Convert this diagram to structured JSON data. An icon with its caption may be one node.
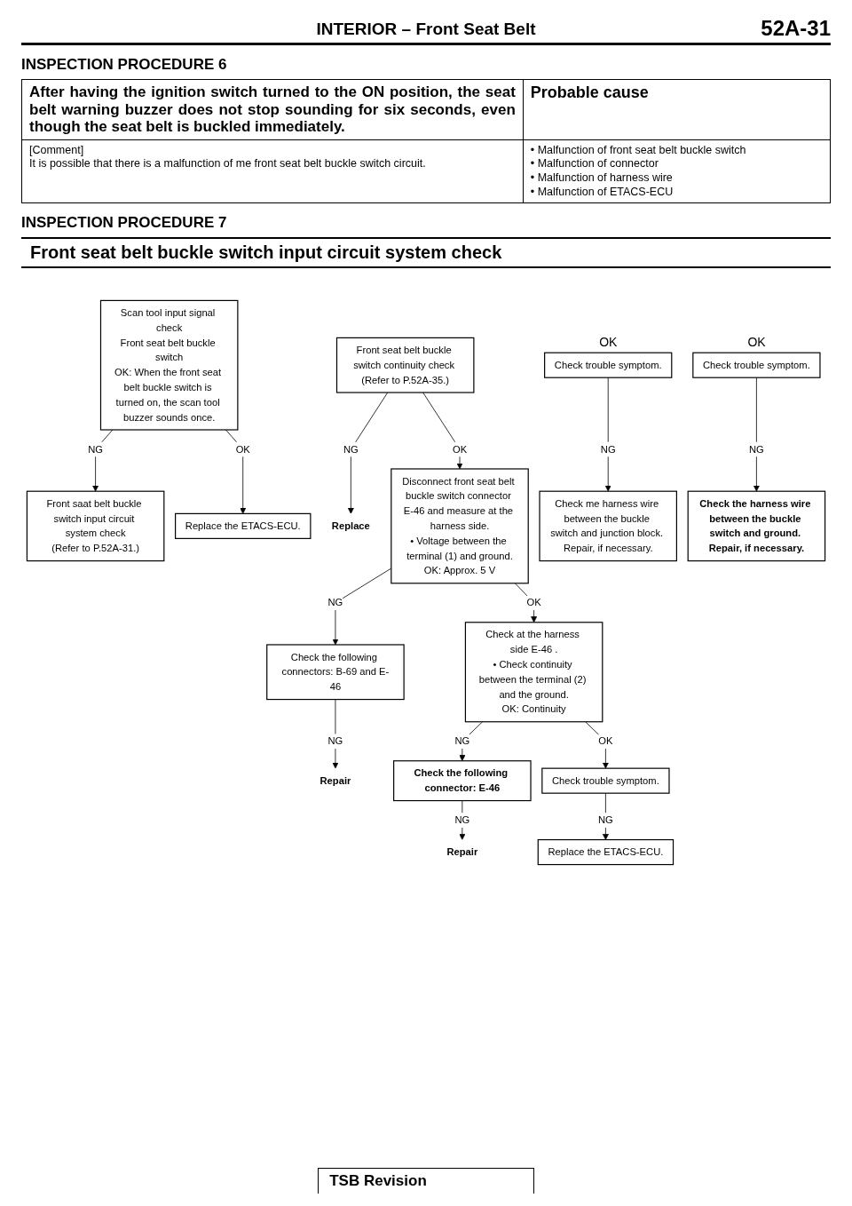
{
  "diagram": {
    "title": "INTERIOR – Front Seat Belt",
    "nodes": [
      {
        "text": [
          "Scan tool input signal check",
          "Front seat belt buckle switch",
          "OK: When the front seat belt buckle switch is turned on, the scan tool buzzer sounds once."
        ]
      },
      {
        "text": [
          "Front saat belt buckle switch input circuit system check",
          "(Refer to P.52A-31.)"
        ]
      },
      {
        "text": [
          "Replace the ETACS-ECU."
        ]
      },
      {
        "text": [
          "Front seat belt buckle switch continuity check (Refer to P.52A-35.)"
        ]
      },
      {
        "text": [
          "Replace"
        ]
      },
      {
        "text": [
          "Disconnect front seat belt buckle switch connector E-46 and measure at the harness side.",
          "• Voltage between the terminal (1) and ground.",
          "OK: Approx. 5 V"
        ]
      },
      {
        "text": [
          "Check the following connectors: B-69 and E-46"
        ]
      },
      {
        "text": [
          "Repair"
        ]
      },
      {
        "text": [
          "Check trouble symptom."
        ]
      },
      {
        "text": [
          "Check me harness wire between the buckle switch and junction block. Repair, if necessary."
        ]
      },
      {
        "text": [
          "Check at the harness side E-46 .",
          "• Check continuity between the terminal (2) and the ground.",
          "OK: Continuity"
        ]
      },
      {
        "text": [
          "Check the following connector: E-46"
        ]
      },
      {
        "text": [
          "Repair"
        ]
      },
      {
        "text": [
          "Check trouble symptom."
        ]
      },
      {
        "text": [
          "Check the harness wire between the buckle switch and ground. Repair, if necessary."
        ]
      },
      {
        "text": [
          "Check trouble symptom."
        ]
      },
      {
        "text": [
          "Replace the ETACS-ECU."
        ]
      }
    ],
    "edges": [
      {
        "from": 0,
        "to": 1,
        "arrow": "to",
        "label": "NG"
      },
      {
        "from": 0,
        "to": 2,
        "arrow": "to",
        "label": "OK"
      },
      {
        "from": 3,
        "to": 4,
        "arrow": "to",
        "label": "NG"
      },
      {
        "from": 3,
        "to": 5,
        "arrow": "to",
        "label": "OK"
      },
      {
        "from": 5,
        "to": 6,
        "arrow": "to",
        "label": "NG"
      },
      {
        "from": 6,
        "to": 7,
        "arrow": "to",
        "label": "NG"
      },
      {
        "from": 8,
        "to": 9,
        "arrow": "to",
        "label": "NG"
      },
      {
        "from": 5,
        "to": 10,
        "arrow": "to",
        "label": "OK"
      },
      {
        "from": 10,
        "to": 11,
        "arrow": "to",
        "label": "NG"
      },
      {
        "from": 11,
        "to": 12,
        "arrow": "to",
        "label": "NG"
      },
      {
        "from": 13,
        "to": 14,
        "arrow": "to",
        "label": "NG"
      },
      {
        "from": 10,
        "to": 15,
        "arrow": "to",
        "label": "OK"
      },
      {
        "from": 15,
        "to": 16,
        "arrow": "to",
        "label": "NG"
      }
    ],
    "labels": [
      "52A-31",
      "INSPECTION PROCEDURE 6",
      "After having the ignition switch turned to the ON position, the seat belt warning buzzer does not stop sounding for six seconds, even though the seat belt is buckled immediately.",
      "Probable cause",
      "[Comment]",
      "It is possible that there is a malfunction of me front seat belt buckle switch circuit.",
      "• Malfunction of front seat belt buckle switch",
      "• Malfunction of connector",
      "• Malfunction of harness wire",
      "• Malfunction of ETACS-ECU",
      "INSPECTION PROCEDURE 7",
      "Front seat belt buckle switch input circuit system check",
      "OK",
      "OK",
      "TSB Revision"
    ]
  }
}
